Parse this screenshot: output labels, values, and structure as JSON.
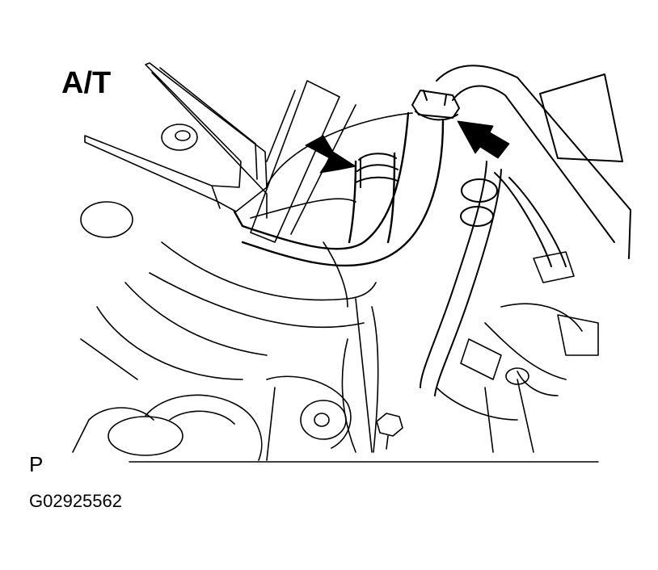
{
  "labels": {
    "transmission": "A/T",
    "view_marker": "P",
    "figure_code": "G02925562"
  },
  "colors": {
    "ink": "#000000",
    "paper": "#ffffff"
  },
  "icons": {
    "arrow_left": "callout-arrow-icon",
    "arrow_right": "callout-arrow-icon"
  }
}
